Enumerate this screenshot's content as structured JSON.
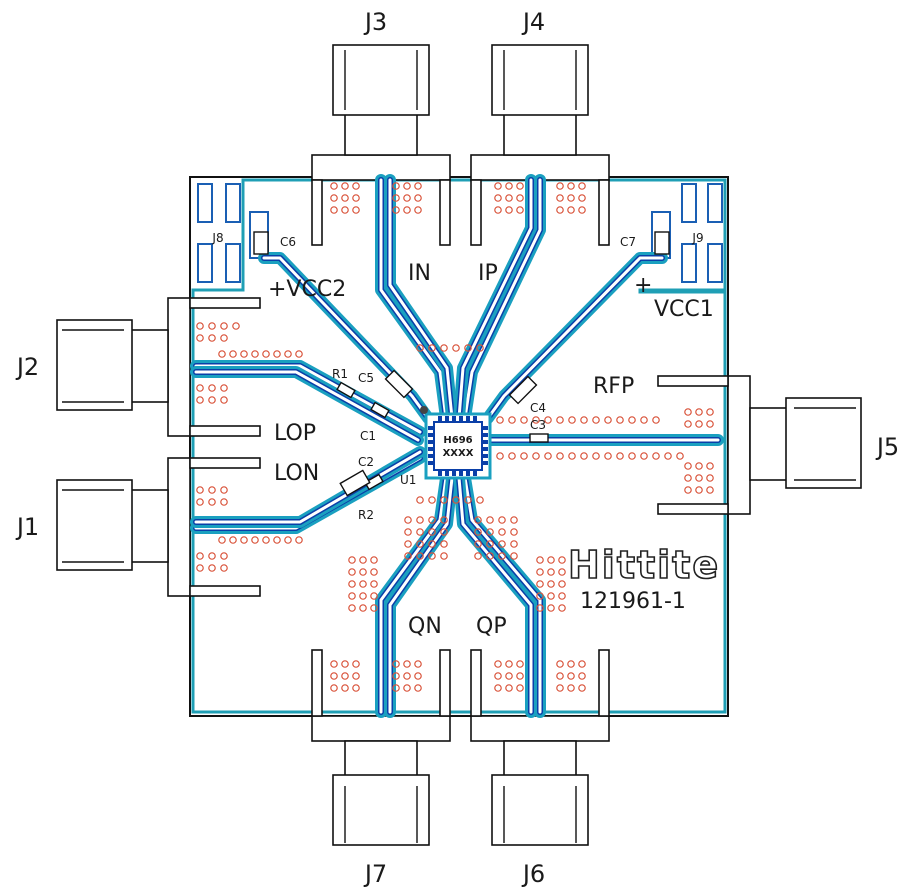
{
  "connectors": {
    "j1": "J1",
    "j2": "J2",
    "j3": "J3",
    "j4": "J4",
    "j5": "J5",
    "j6": "J6",
    "j7": "J7",
    "j8": "J8",
    "j9": "J9"
  },
  "signals": {
    "in": "IN",
    "ip": "IP",
    "qn": "QN",
    "qp": "QP",
    "lop": "LOP",
    "lon": "LON",
    "rfp": "RFP",
    "vcc1": "VCC1",
    "vcc2": "+VCC2",
    "plus": "+"
  },
  "components": {
    "c1": "C1",
    "c2": "C2",
    "c3": "C3",
    "c4": "C4",
    "c5": "C5",
    "c6": "C6",
    "c7": "C7",
    "r1": "R1",
    "r2": "R2",
    "u1": "U1"
  },
  "chip": {
    "line1": "H696",
    "line2": "XXXX"
  },
  "brand": {
    "logo": "Hittite",
    "part_number": "121961-1"
  },
  "colors": {
    "ground": "#1f9fb5",
    "trace": "#0a3fa8",
    "via": "#d9533a",
    "outline": "#111111"
  }
}
